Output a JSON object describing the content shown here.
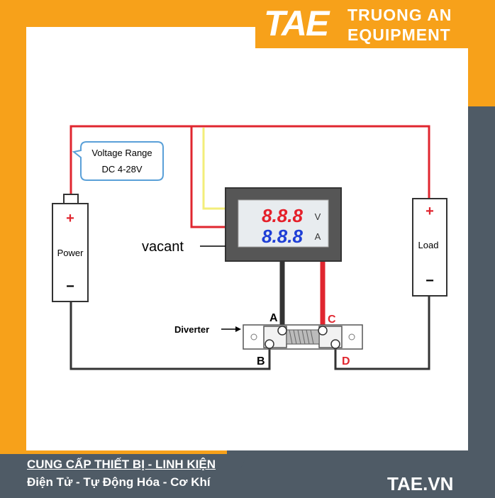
{
  "brand": {
    "logo_text": "TAE",
    "name_line1": "TRUONG AN",
    "name_line2": "EQUIPMENT",
    "website": "TAE.VN"
  },
  "footer": {
    "line1": "CUNG CẤP THIẾT BỊ - LINH KIỆN",
    "line2": "Điện Tử - Tự Động Hóa - Cơ Khí"
  },
  "diagram": {
    "callout_line1": "Voltage Range",
    "callout_line2": "DC 4-28V",
    "power_plus": "+",
    "power_label": "Power",
    "power_minus": "−",
    "load_plus": "+",
    "load_label": "Load",
    "load_minus": "−",
    "meter_top_digits": "8.8.8",
    "meter_top_unit": "V",
    "meter_bottom_digits": "8.8.8",
    "meter_bottom_unit": "A",
    "vacant_label": "vacant",
    "diverter_label": "Diverter",
    "terminal_a": "A",
    "terminal_b": "B",
    "terminal_c": "C",
    "terminal_d": "D"
  },
  "colors": {
    "orange": "#f7a11a",
    "slate": "#4f5b66",
    "wire_red": "#e0262f",
    "wire_yellow": "#f3ee7a",
    "wire_black": "#333333",
    "digit_red": "#e5202a",
    "digit_blue": "#1f3fd6"
  }
}
